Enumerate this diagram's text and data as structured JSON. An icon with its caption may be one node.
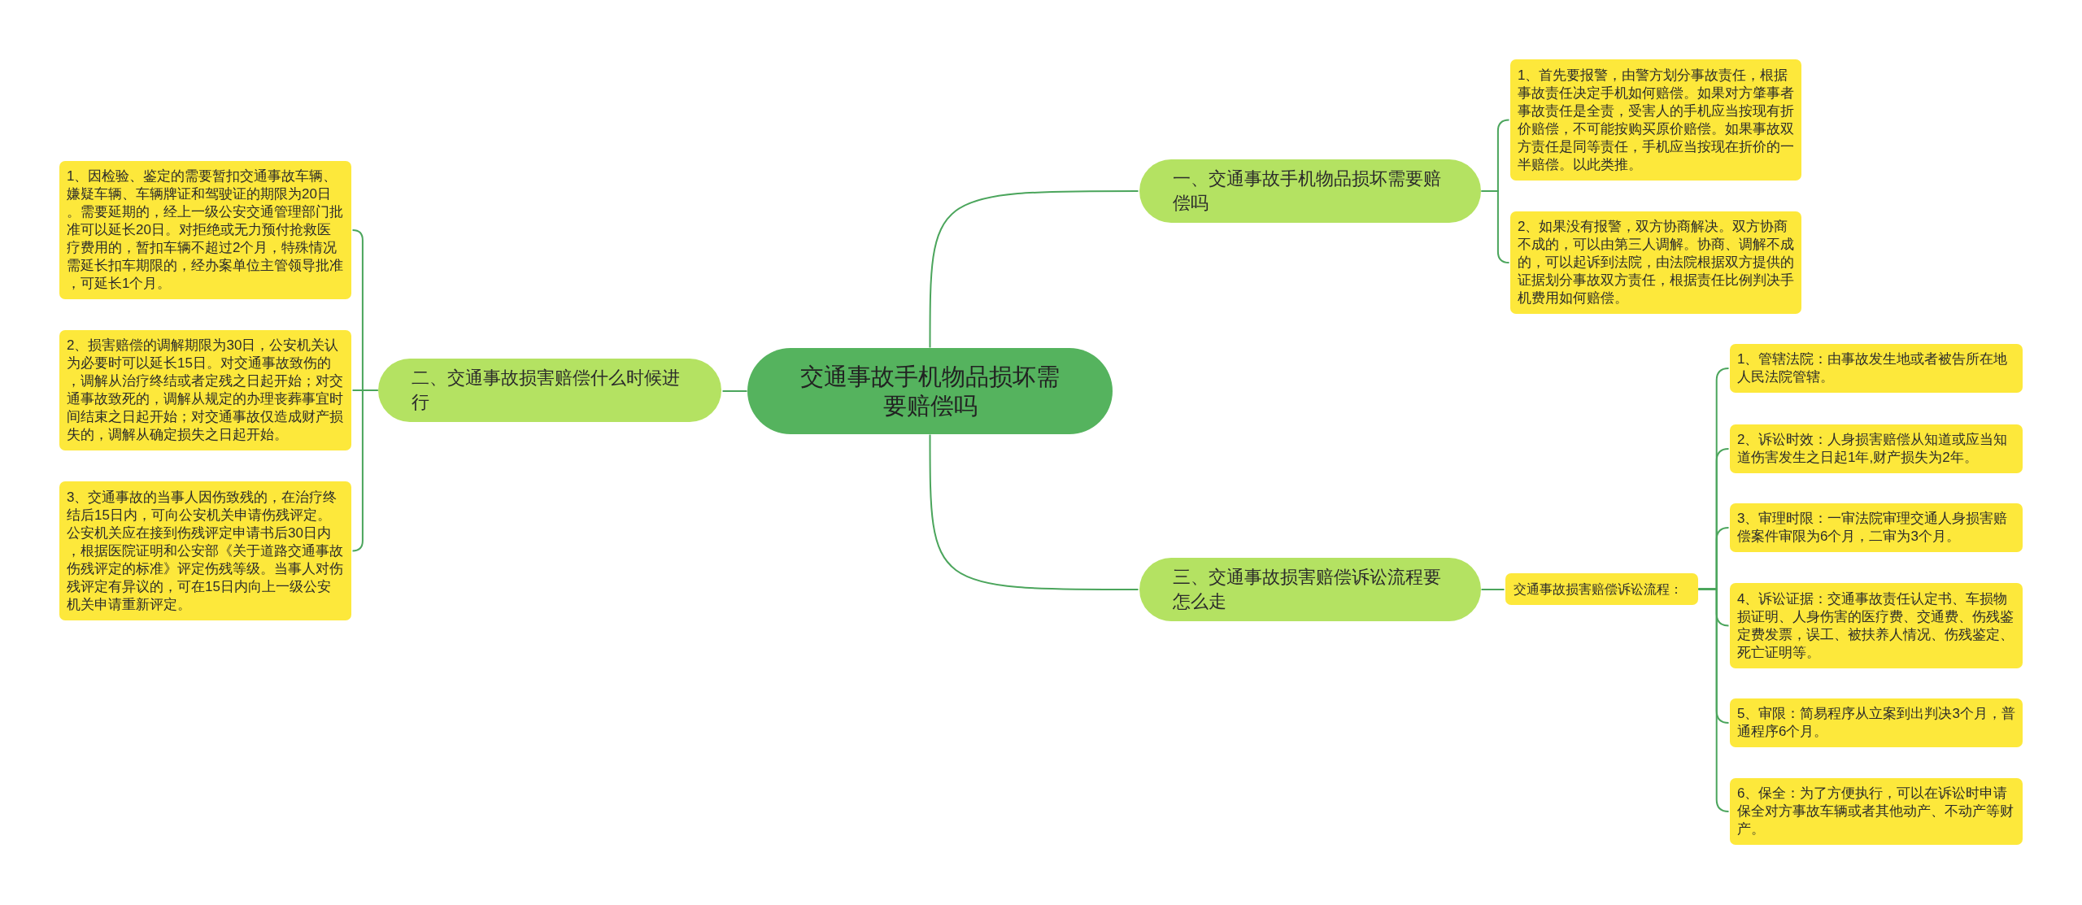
{
  "diagram": {
    "nodes": [
      {
        "text": [
          "交通事故手机物品损坏需要赔偿吗"
        ]
      },
      {
        "text": [
          "一、交通事故手机物品损坏需要赔偿吗"
        ]
      },
      {
        "text": [
          "1、首先要报警，由警方划分事故责任，根据事故责任决定手机如何赔偿。如果对方肇事者事故责任是全责，受害人的手机应当按现有折价赔偿，不可能按购买原价赔偿。如果事故双方责任是同等责任，手机应当按现在折价的一半赔偿。以此类推。"
        ]
      },
      {
        "text": [
          "2、如果没有报警，双方协商解决。双方协商不成的，可以由第三人调解。协商、调解不成的，可以起诉到法院，由法院根据双方提供的证据划分事故双方责任，根据责任比例判决手机费用如何赔偿。"
        ]
      },
      {
        "text": [
          "二、交通事故损害赔偿什么时候进行"
        ]
      },
      {
        "text": [
          "1、因检验、鉴定的需要暂扣交通事故车辆、嫌疑车辆、车辆牌证和驾驶证的期限为20日。需要延期的，经上一级公安交通管理部门批准可以延长20日。对拒绝或无力预付抢救医疗费用的，暂扣车辆不超过2个月，特殊情况需延长扣车期限的，经办案单位主管领导批准，可延长1个月。"
        ]
      },
      {
        "text": [
          "2、损害赔偿的调解期限为30日，公安机关认为必要时可以延长15日。对交通事故致伤的，调解从治疗终结或者定残之日起开始；对交通事故致死的，调解从规定的办理丧葬事宜时间结束之日起开始；对交通事故仅造成财产损失的，调解从确定损失之日起开始。"
        ]
      },
      {
        "text": [
          "3、交通事故的当事人因伤致残的，在治疗终结后15日内，可向公安机关申请伤残评定。公安机关应在接到伤残评定申请书后30日内，根据医院证明和公安部《关于道路交通事故伤残评定的标准》评定伤残等级。当事人对伤残评定有异议的，可在15日内向上一级公安机关申请重新评定。"
        ]
      },
      {
        "text": [
          "三、交通事故损害赔偿诉讼流程要怎么走"
        ]
      },
      {
        "text": [
          "交通事故损害赔偿诉讼流程："
        ]
      },
      {
        "text": [
          "1、管辖法院：由事故发生地或者被告所在地人民法院管辖。"
        ]
      },
      {
        "text": [
          "2、诉讼时效：人身损害赔偿从知道或应当知道伤害发生之日起1年,财产损失为2年。"
        ]
      },
      {
        "text": [
          "3、审理时限：一审法院审理交通人身损害赔偿案件审限为6个月，二审为3个月。"
        ]
      },
      {
        "text": [
          "4、诉讼证据：交通事故责任认定书、车损物损证明、人身伤害的医疗费、交通费、伤残鉴定费发票，误工、被扶养人情况、伤残鉴定、死亡证明等。"
        ]
      },
      {
        "text": [
          "5、审限：简易程序从立案到出判决3个月，普通程序6个月。"
        ]
      },
      {
        "text": [
          "6、保全：为了方便执行，可以在诉讼时申请保全对方事故车辆或者其他动产、不动产等财产。"
        ]
      }
    ],
    "edges": [
      {
        "from": 0,
        "to": 1,
        "arrow": "none"
      },
      {
        "from": 1,
        "to": 2,
        "arrow": "none"
      },
      {
        "from": 1,
        "to": 3,
        "arrow": "none"
      },
      {
        "from": 0,
        "to": 4,
        "arrow": "none"
      },
      {
        "from": 4,
        "to": 5,
        "arrow": "none"
      },
      {
        "from": 4,
        "to": 6,
        "arrow": "none"
      },
      {
        "from": 4,
        "to": 7,
        "arrow": "none"
      },
      {
        "from": 0,
        "to": 8,
        "arrow": "none"
      },
      {
        "from": 8,
        "to": 9,
        "arrow": "none"
      },
      {
        "from": 9,
        "to": 10,
        "arrow": "none"
      },
      {
        "from": 9,
        "to": 11,
        "arrow": "none"
      },
      {
        "from": 9,
        "to": 12,
        "arrow": "none"
      },
      {
        "from": 9,
        "to": 13,
        "arrow": "none"
      },
      {
        "from": 9,
        "to": 14,
        "arrow": "none"
      },
      {
        "from": 9,
        "to": 15,
        "arrow": "none"
      }
    ]
  }
}
